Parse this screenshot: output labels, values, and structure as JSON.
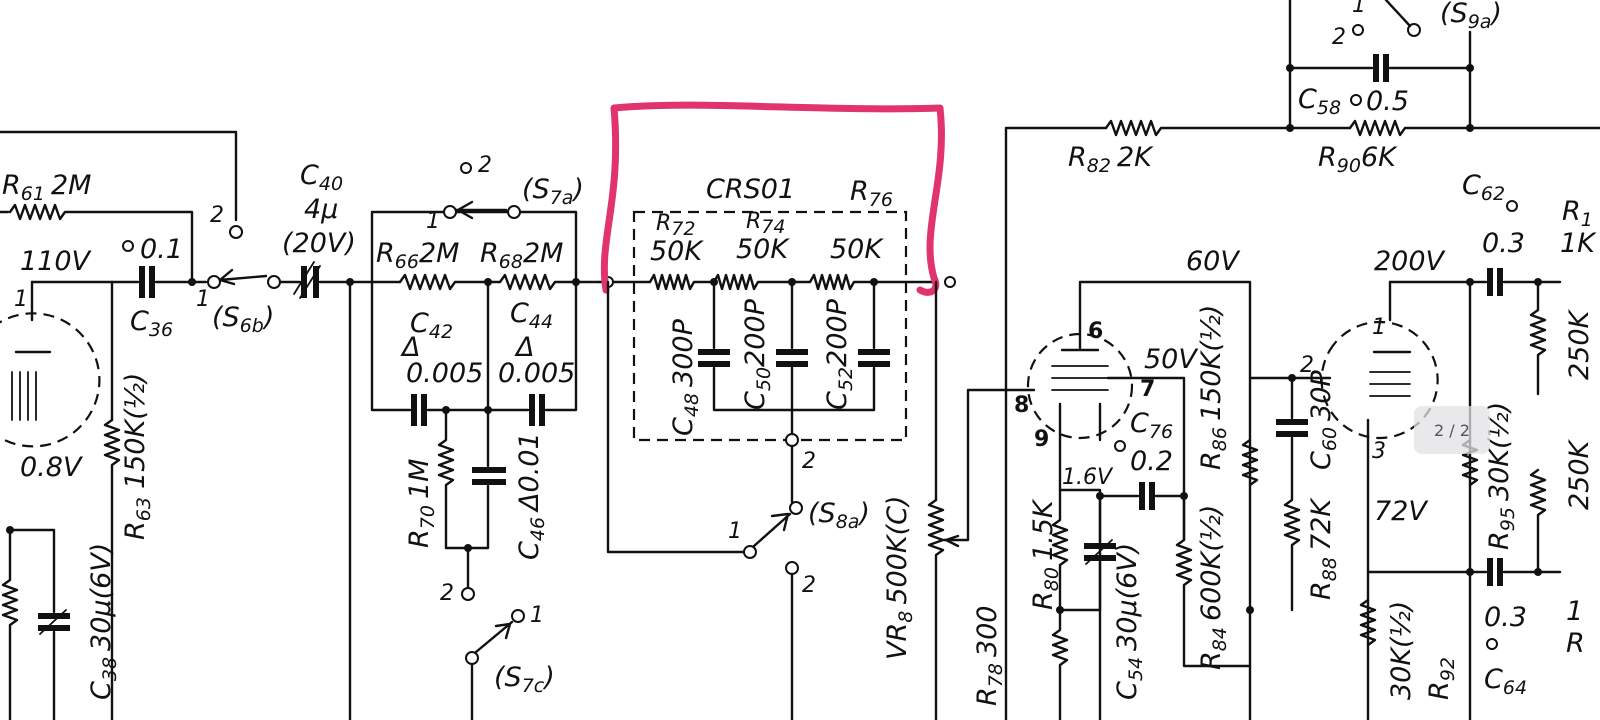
{
  "page_indicator": "2 / 2",
  "highlight_color": "#e0336f",
  "labels": {
    "r61": "R",
    "r61_sub": "61",
    "r61_val": "2M",
    "v110": "110V",
    "c36_val": "0.1",
    "c36": "C",
    "c36_sub": "36",
    "s6b": "(S",
    "s6b_sub": "6b",
    "s6b_end": ")",
    "c40": "C",
    "c40_sub": "40",
    "c40_val": "4μ",
    "c40_volt": "(20V)",
    "s7a": "(S",
    "s7a_sub": "7a",
    "s7a_end": ")",
    "r66": "R",
    "r66_sub": "66",
    "r66_val": "2M",
    "r68": "R",
    "r68_sub": "68",
    "r68_val": "2M",
    "c42": "C",
    "c42_sub": "42",
    "c42_tri": "Δ",
    "c42_val": "0.005",
    "c44": "C",
    "c44_sub": "44",
    "c44_tri": "Δ",
    "c44_val": "0.005",
    "crs01": "CRS01",
    "r72": "R",
    "r72_sub": "72",
    "r74": "R",
    "r74_sub": "74",
    "r76": "R",
    "r76_sub": "76",
    "r72_val": "50K",
    "r74_val": "50K",
    "r76_val": "50K",
    "c48": "C",
    "c48_sub": "48",
    "c48_val": "300P",
    "c50": "C",
    "c50_sub": "50",
    "c50_val": "200P",
    "c52": "C",
    "c52_sub": "52",
    "c52_val": "200P",
    "s8a": "(S",
    "s8a_sub": "8a",
    "s8a_end": ")",
    "r70": "R",
    "r70_sub": "70",
    "r70_val": "1M",
    "c46": "C",
    "c46_sub": "46",
    "c46_val": "Δ0.01",
    "s7c": "(S",
    "s7c_sub": "7c",
    "s7c_end": ")",
    "v08": "0.8V",
    "r63": "R",
    "r63_sub": "63",
    "r63_val": "150K(½)",
    "c38": "C",
    "c38_sub": "38",
    "c38_val": "30μ(6V)",
    "vr8": "VR",
    "vr8_sub": "8",
    "vr8_val": "500K(C)",
    "r82": "R",
    "r82_sub": "82",
    "r82_val": "2K",
    "c58": "C",
    "c58_sub": "58",
    "c58_val": "0.5",
    "r90": "R",
    "r90_sub": "90",
    "r90_val": "6K",
    "s9a": "(S",
    "s9a_sub": "9a",
    "s9a_end": ")",
    "v60": "60V",
    "v200": "200V",
    "v50": "50V",
    "c62": "C",
    "c62_sub": "62",
    "c62_val": "0.3",
    "r1k": "R",
    "r1k_sub": "1",
    "r1k_val": "1K",
    "r250k": "250K",
    "c76": "C",
    "c76_sub": "76",
    "c76_val": "0.2",
    "r86": "R",
    "r86_sub": "86",
    "r86_val": "150K(½)",
    "c60": "C",
    "c60_sub": "60",
    "c60_val": "30P",
    "v16": "1.6V",
    "v72": "72V",
    "r80": "R",
    "r80_sub": "80",
    "r80_val": "1.5K",
    "c54": "C",
    "c54_sub": "54",
    "c54_val": "30μ(6V)",
    "r84": "R",
    "r84_sub": "84",
    "r84_val": "600K(½)",
    "r78": "R",
    "r78_sub": "78",
    "r78_val": "300",
    "r88": "R",
    "r88_sub": "88",
    "r88_val": "72K",
    "r92": "R",
    "r92_sub": "92",
    "r92_val": "30K(½)",
    "r95": "R",
    "r95_sub": "95",
    "r95_val": "30K(½)",
    "c64": "C",
    "c64_sub": "64",
    "c64_val": "0.3",
    "r_right": "R",
    "r_right2": "1",
    "r250k_b": "250K",
    "pin1": "1",
    "pin2": "2",
    "pin3": "3",
    "pin6": "6",
    "pin7": "7",
    "pin8": "8",
    "pin9": "9",
    "sw1": "1",
    "sw2": "2"
  }
}
